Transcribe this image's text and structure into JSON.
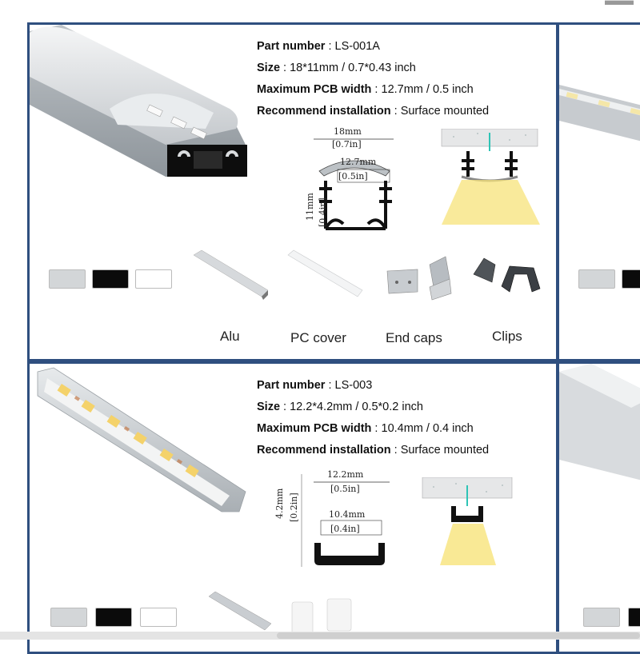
{
  "colors": {
    "frame": "#2f4f7f",
    "swatch_silver": "#d3d6d8",
    "swatch_black": "#0b0b0b",
    "swatch_white": "#ffffff",
    "light": "#f7e37a"
  },
  "cards": [
    {
      "id": "ls-001a",
      "specs": [
        {
          "key": "Part number",
          "sep": " : ",
          "value": "LS-001A"
        },
        {
          "key": "Size",
          "sep": " : ",
          "value": "18*11mm / 0.7*0.43 inch"
        },
        {
          "key": "Maximum PCB width",
          "sep": " : ",
          "value": "12.7mm / 0.5 inch"
        },
        {
          "key": "Recommend installation",
          "sep": " : ",
          "value": "Surface mounted"
        }
      ],
      "dims": {
        "w_mm": "18mm",
        "w_in": "[0.7in]",
        "pcb_mm": "12.7mm",
        "pcb_in": "[0.5in]",
        "h_mm": "11mm",
        "h_in": "[0.4in]"
      },
      "accessories": [
        "Alu",
        "PC cover",
        "End caps",
        "Clips"
      ]
    },
    {
      "id": "ls-003",
      "specs": [
        {
          "key": "Part number",
          "sep": " : ",
          "value": "LS-003"
        },
        {
          "key": "Size",
          "sep": " : ",
          "value": "12.2*4.2mm / 0.5*0.2 inch"
        },
        {
          "key": "Maximum PCB width",
          "sep": " : ",
          "value": "10.4mm / 0.4 inch"
        },
        {
          "key": "Recommend installation",
          "sep": " : ",
          "value": "Surface mounted"
        }
      ],
      "dims": {
        "w_mm": "12.2mm",
        "w_in": "[0.5in]",
        "pcb_mm": "10.4mm",
        "pcb_in": "[0.4in]",
        "h_mm": "4.2mm",
        "h_in": "[0.2in]"
      }
    }
  ]
}
